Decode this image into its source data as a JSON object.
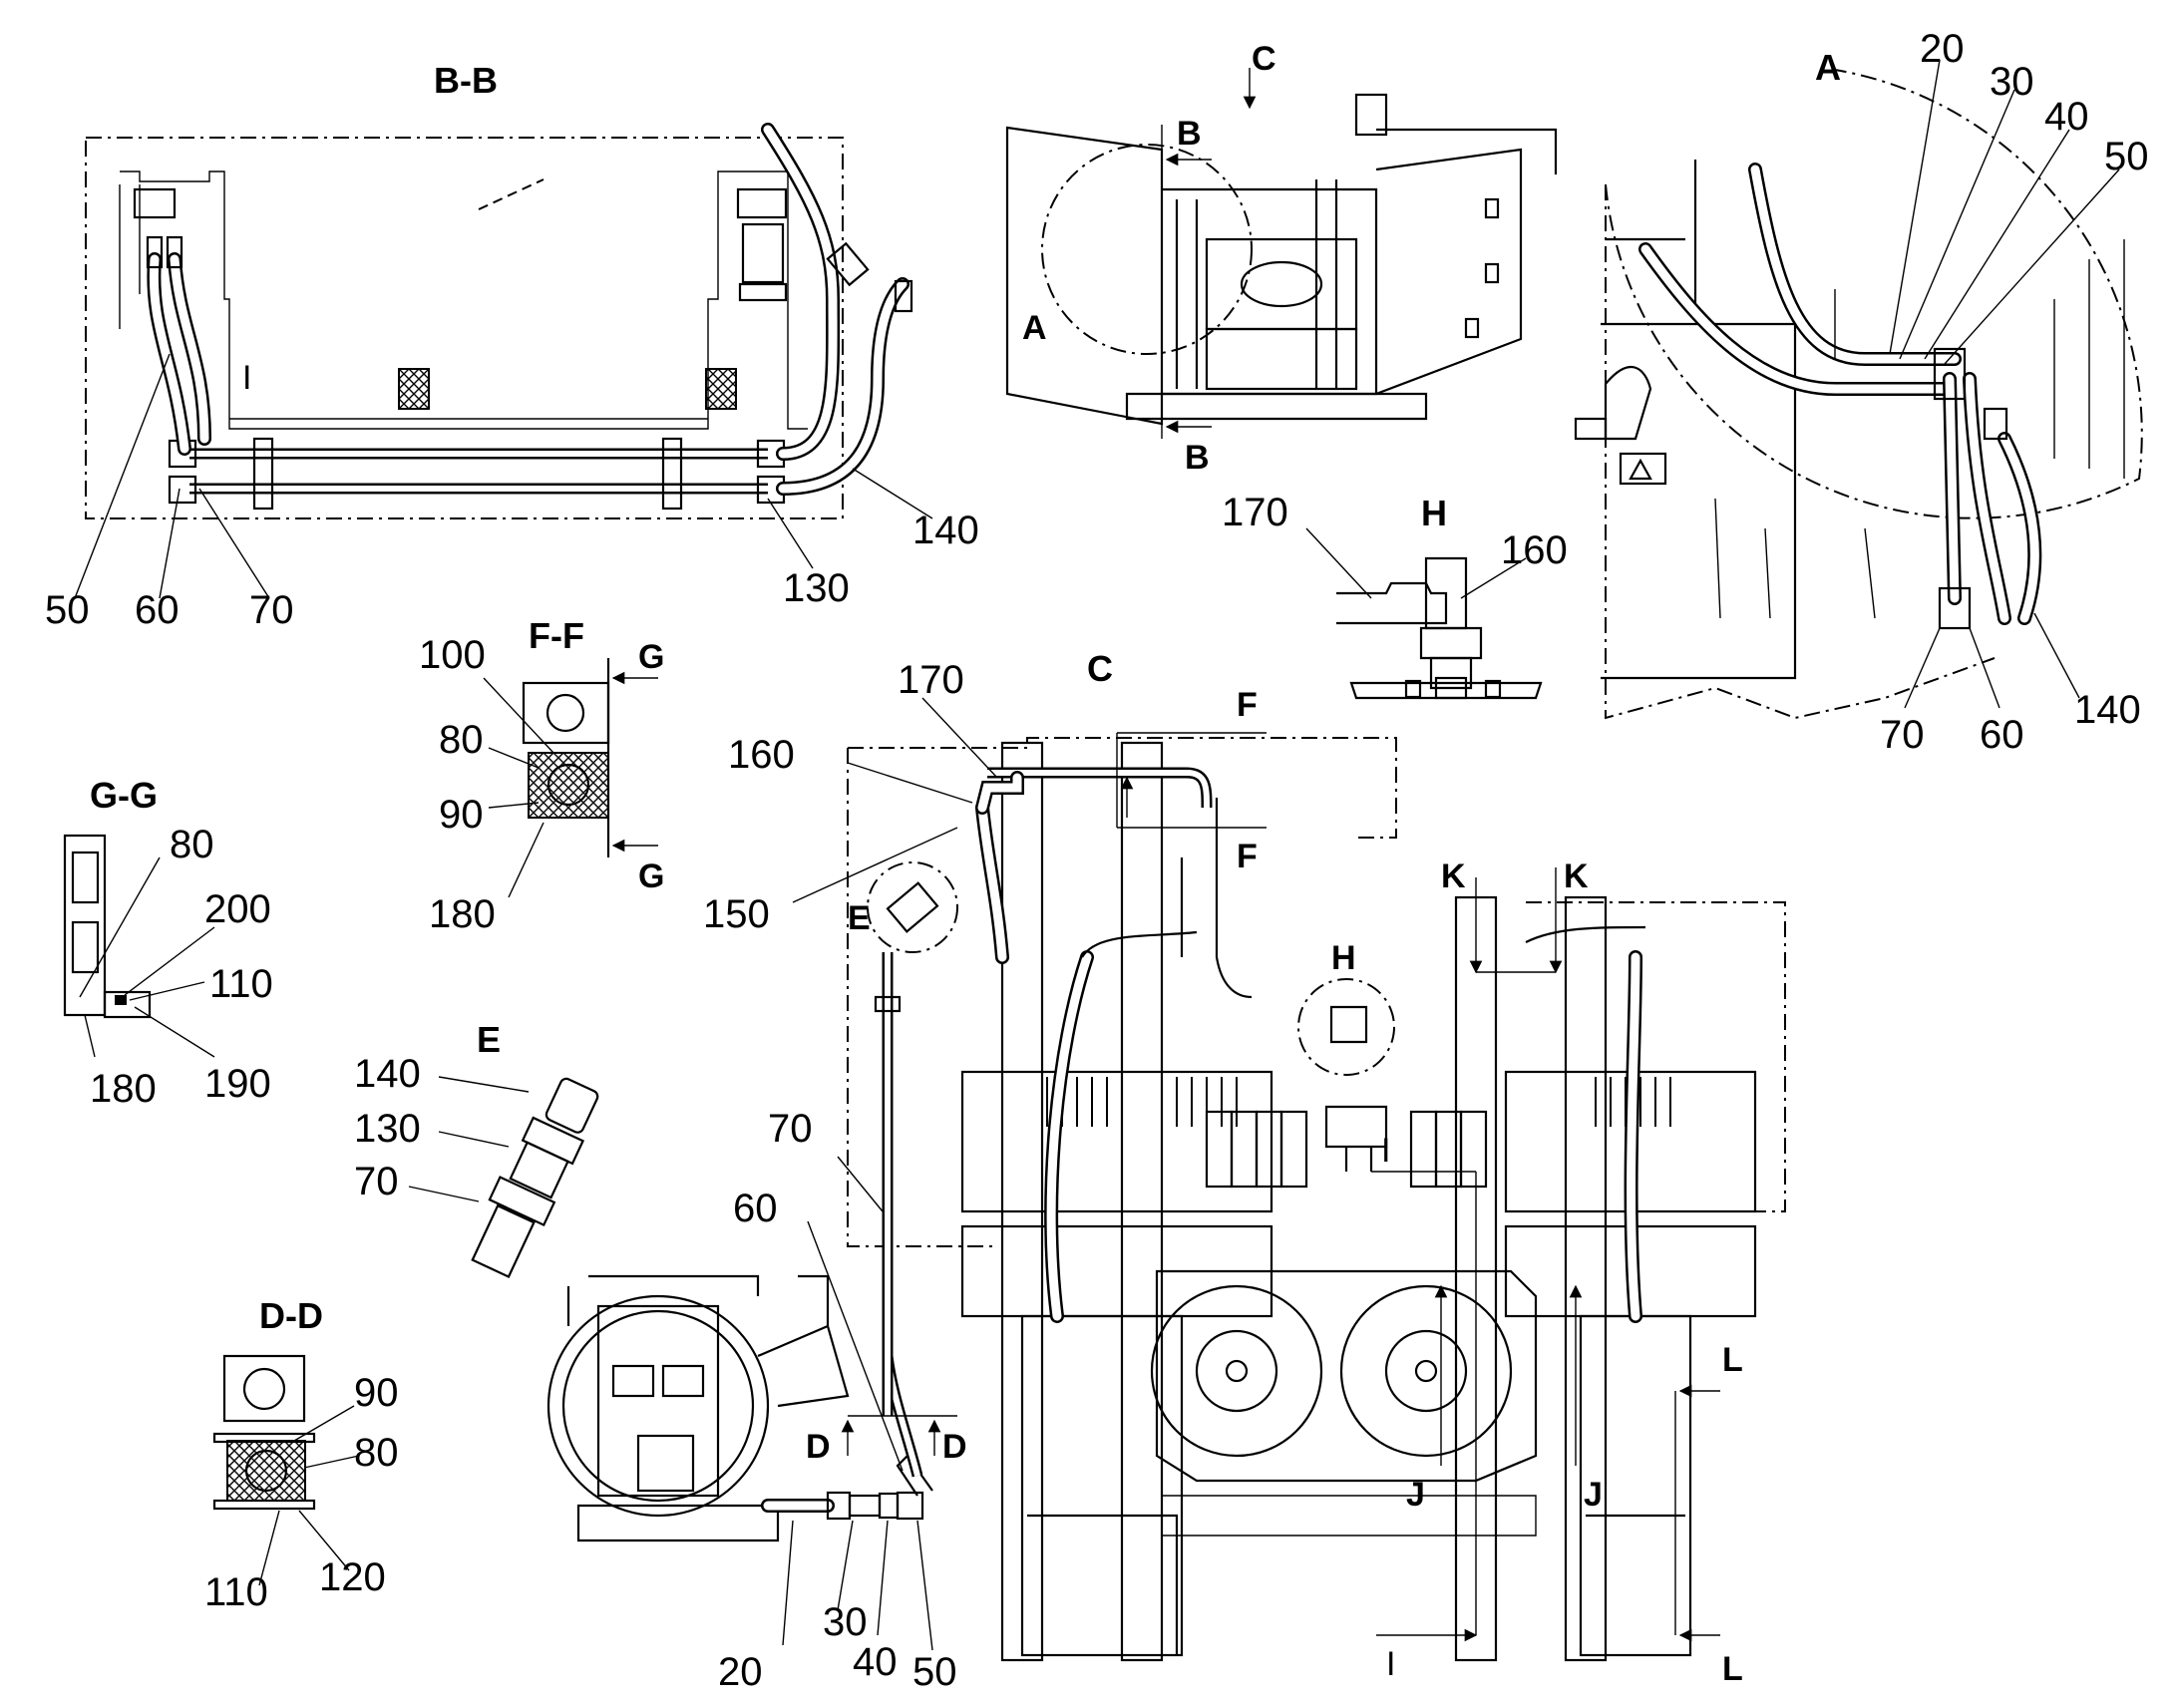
{
  "views": {
    "bb": {
      "title": "B-B",
      "callouts": [
        "50",
        "60",
        "70",
        "130",
        "140"
      ],
      "inner_label": "I"
    },
    "a_top": {
      "title": "A",
      "section_marks": [
        "B",
        "B"
      ],
      "view_arrow": "C"
    },
    "a_detail": {
      "title": "A",
      "callouts": [
        "20",
        "30",
        "40",
        "50",
        "70",
        "60",
        "140"
      ]
    },
    "h": {
      "title": "H",
      "callouts": [
        "170",
        "160"
      ]
    },
    "ff": {
      "title": "F-F",
      "section_marks": [
        "G",
        "G"
      ],
      "callouts": [
        "100",
        "80",
        "90",
        "180"
      ]
    },
    "gg": {
      "title": "G-G",
      "callouts": [
        "80",
        "200",
        "110",
        "180",
        "190"
      ]
    },
    "e": {
      "title": "E",
      "callouts": [
        "140",
        "130",
        "70"
      ]
    },
    "dd": {
      "title": "D-D",
      "callouts": [
        "90",
        "80",
        "110",
        "120"
      ]
    },
    "c_main": {
      "title": "C",
      "callouts": [
        "170",
        "160",
        "150",
        "70",
        "60",
        "20",
        "30",
        "40",
        "50"
      ],
      "section_marks": {
        "f": "F",
        "k": "K",
        "h": "H",
        "e": "E",
        "d": "D",
        "i": "I",
        "j": "J",
        "l": "L"
      }
    }
  },
  "icons": [
    "warning-label-icon"
  ]
}
